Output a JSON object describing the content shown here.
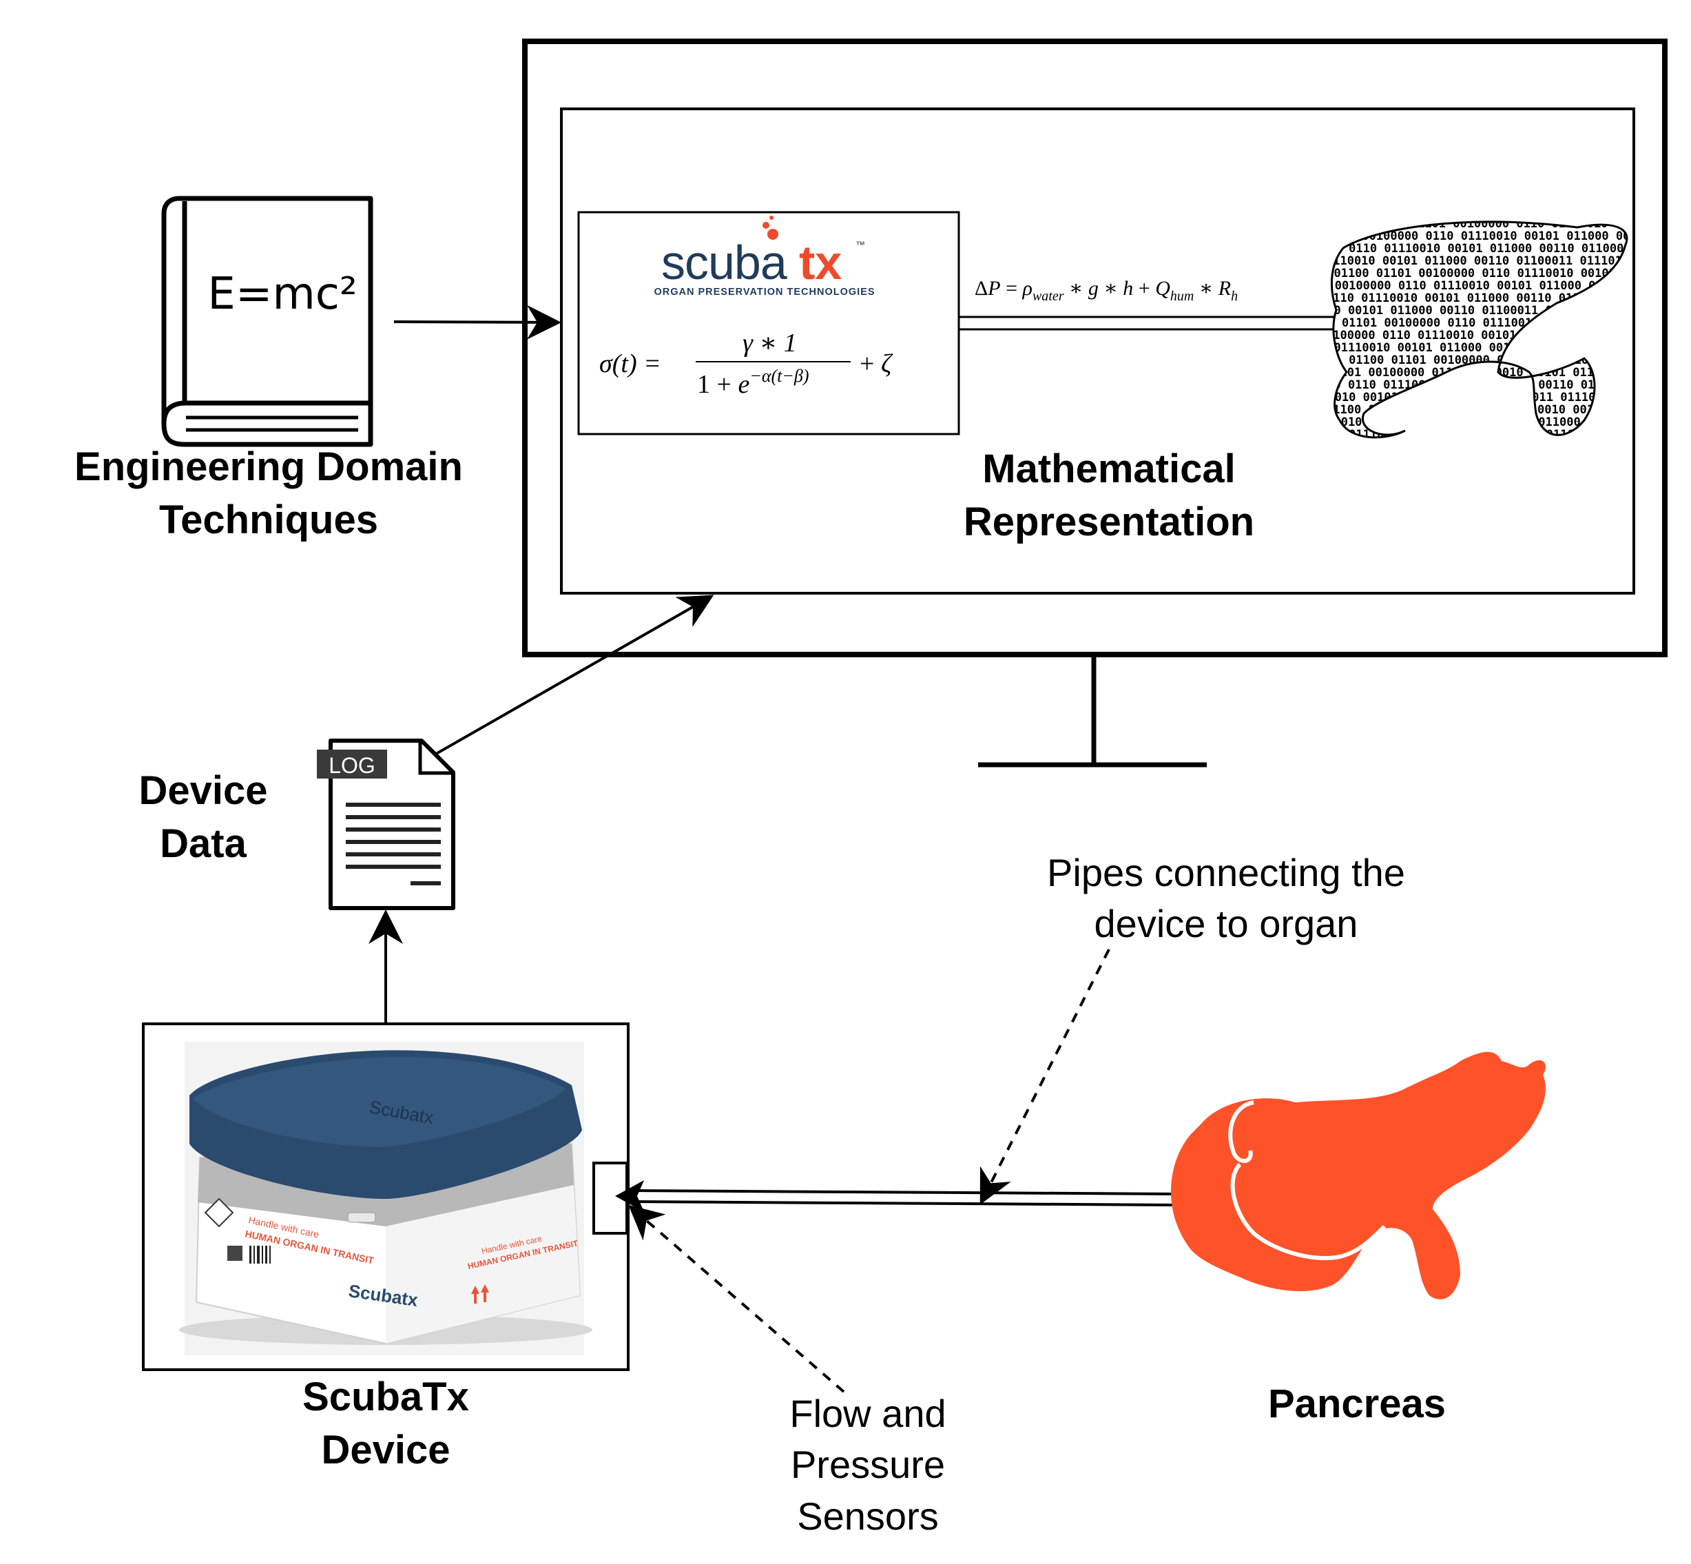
{
  "labels": {
    "engineering": [
      "Engineering Domain",
      "Techniques"
    ],
    "math_rep": [
      "Mathematical",
      "Representation"
    ],
    "device_data": [
      "Device",
      "Data"
    ],
    "pipes": [
      "Pipes connecting the",
      "device to organ"
    ],
    "scubatx_device": [
      "ScubaTx",
      "Device"
    ],
    "sensors": [
      "Flow and",
      "Pressure",
      "Sensors"
    ],
    "pancreas": "Pancreas"
  },
  "book": {
    "formula": "E=mc²"
  },
  "log_icon": {
    "badge": "LOG"
  },
  "logo": {
    "brand_left": "scuba",
    "brand_right": "tx",
    "tm": "™",
    "tagline": "ORGAN PRESERVATION TECHNOLOGIES"
  },
  "equations": {
    "sigma": "σ(t) = γ∗1 / (1 + e^(−α(t−β))) + ζ",
    "pressure": "ΔP = ρwater ∗ g ∗ h + Qhum ∗ Rh"
  },
  "binary": "11001 01100 01101 00100000 0110 01110010 00101 011000 00110 01100011 01110100 011 00100000 01101 01110 0110 01100001 01110011 01101 00100000 01110 01100 01101000 01110 01110 01101111 01100 01000",
  "device_box": {
    "lid_brand": "Scubatx",
    "side_text_1": "Handle with care",
    "side_text_2": "HUMAN ORGAN IN TRANSIT",
    "front_logo": "Scubatx"
  },
  "colors": {
    "pancreas": "#ff5228",
    "logo_navy": "#1f3b5c",
    "logo_orange": "#ef4b2b",
    "lid": "#2a4a6e",
    "band": "#b8b8b8"
  }
}
